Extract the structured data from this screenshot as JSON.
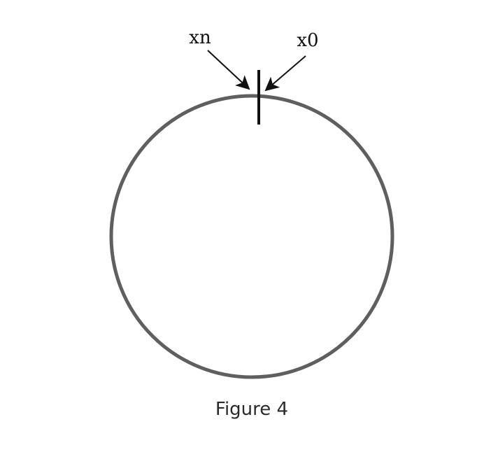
{
  "diagram": {
    "labels": {
      "xn": "xn",
      "x0": "x0"
    },
    "caption": "Figure 4",
    "colors": {
      "circle": "#5f5f5f",
      "marker": "#111111",
      "arrows": "#111111",
      "text": "#111111",
      "caption": "#2b2b2b",
      "background": "#ffffff"
    }
  }
}
